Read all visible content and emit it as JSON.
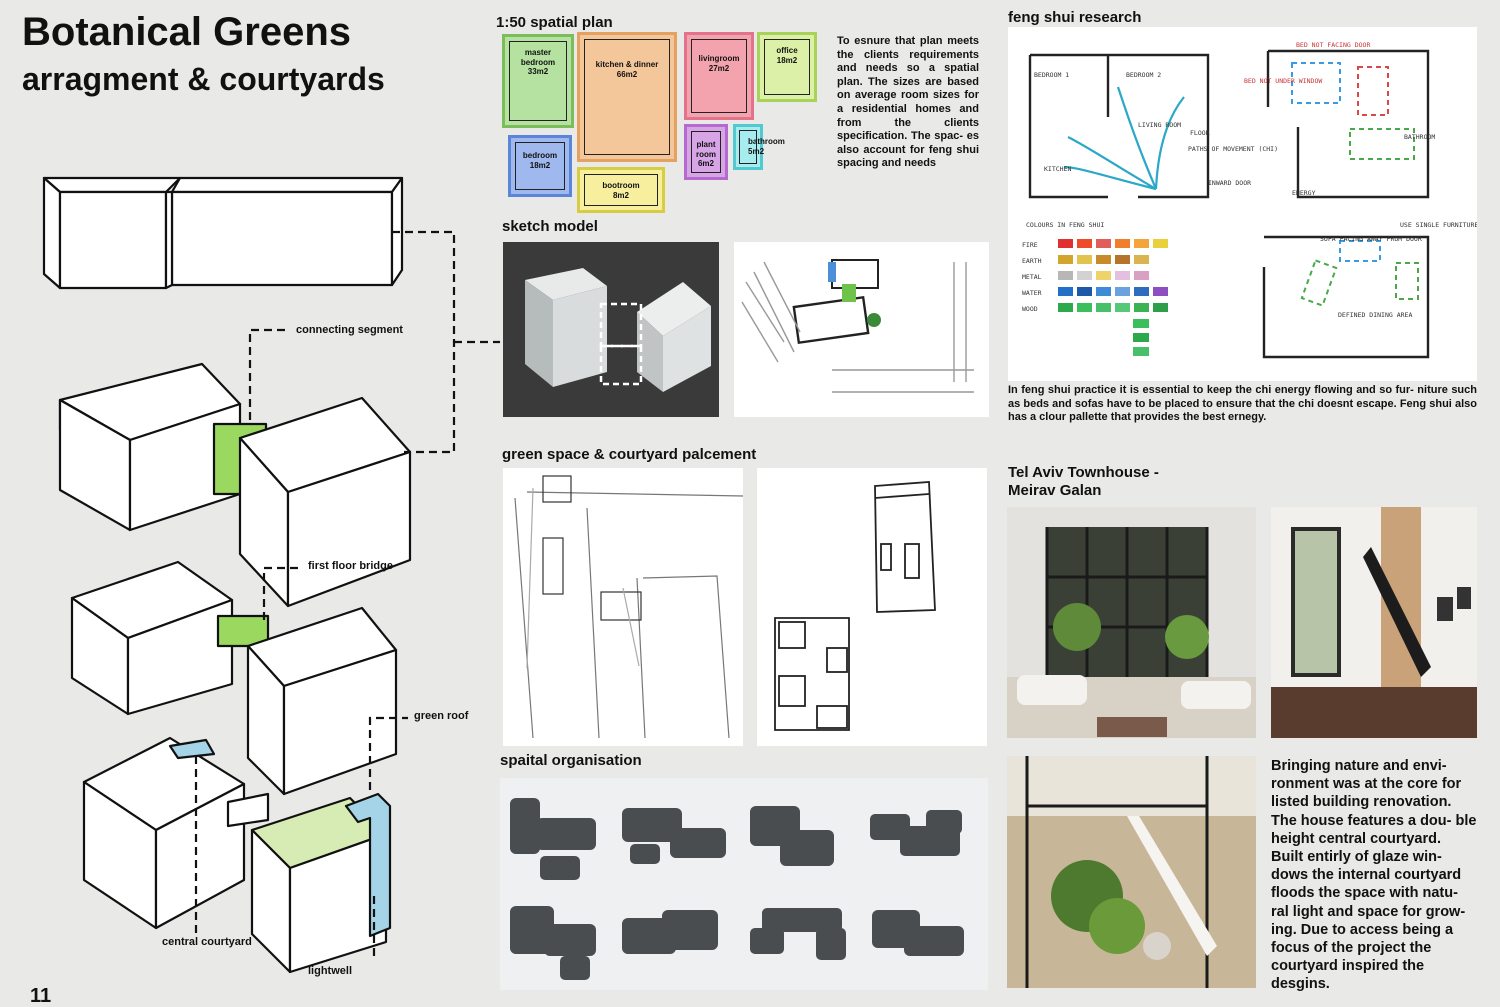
{
  "header": {
    "title": "Botanical Greens",
    "subtitle": "arragment & courtyards"
  },
  "page_number": "11",
  "diagram_labels": {
    "connecting": "connecting segment",
    "bridge": "first floor bridge",
    "green_roof": "green roof",
    "courtyard": "central courtyard",
    "lightwell": "lightwell"
  },
  "spatial_plan": {
    "title": "1:50 spatial plan",
    "rooms": [
      {
        "name": "master bedroom",
        "area": "33m2",
        "color": "#b5e2a0"
      },
      {
        "name": "kitchen & dinner",
        "area": "66m2",
        "color": "#f4c79b"
      },
      {
        "name": "livingroom",
        "area": "27m2",
        "color": "#f2a3ad"
      },
      {
        "name": "office",
        "area": "18m2",
        "color": "#dcf0a8"
      },
      {
        "name": "bedroom",
        "area": "18m2",
        "color": "#9fb8ee"
      },
      {
        "name": "bootroom",
        "area": "8m2",
        "color": "#f7ef9e"
      },
      {
        "name": "plant room",
        "area": "6m2",
        "color": "#d7a5e6"
      },
      {
        "name": "bathroom",
        "area": "5m2",
        "color": "#a7ecee"
      }
    ],
    "text": "To esnure that plan meets the clients requirements and needs so a spatial plan. The sizes are based on average room sizes for a residential homes and from the clients specification. The spac- es also account for feng shui spacing and needs"
  },
  "sections": {
    "sketch_model": "sketch model",
    "green_space": "green space & courtyard palcement",
    "spatial_org": "spaital organisation",
    "feng_shui": "feng shui research",
    "case_study": "Tel Aviv Townhouse - Meirav Galan"
  },
  "feng_shui": {
    "text": "In feng shui practice it is essential to keep the chi energy flowing and so fur- niture such as beds and sofas have to be placed to ensure that the chi doesnt escape. Feng shui also has a clour pallette that provides the best ernegy.",
    "sketch_notes": {
      "bedroom1": "BEDROOM 1",
      "bedroom2": "BEDROOM 2",
      "kitchen": "KITCHEN",
      "floor": "FLOOR",
      "paths": "PATHS OF MOVEMENT (CHI)",
      "inward": "INWARD DOOR",
      "living": "LIVING ROOM",
      "energy": "ENERGY",
      "colours": "COLOURS IN FENG SHUI",
      "fire": "FIRE",
      "earth": "EARTH",
      "metal": "METAL",
      "water": "WATER",
      "wood": "WOOD",
      "sofa": "SOFA FACING AWAY FROM DOOR",
      "defined": "DEFINED DINING AREA",
      "single": "USE SINGLE FURNITURE",
      "bed_not": "BED NOT FACING DOOR",
      "bed_window": "BED NOT UNDER WINDOW",
      "bathroom": "BATHROOM"
    },
    "palette": [
      {
        "element": "fire",
        "colors": [
          "#e03030",
          "#ee4b2b",
          "#e25c5c",
          "#f07e2a",
          "#f3a43a",
          "#e8d13c"
        ]
      },
      {
        "element": "earth",
        "colors": [
          "#d4a52c",
          "#e2c34e",
          "#c98a2a",
          "#b5742c",
          "#d9b450"
        ]
      },
      {
        "element": "metal",
        "colors": [
          "#b7b7b7",
          "#d2d2d2",
          "#f0d26a",
          "#e3c0e0",
          "#d9a0c4"
        ]
      },
      {
        "element": "water",
        "colors": [
          "#2070c8",
          "#1c59a8",
          "#3d8bd8",
          "#6aa2e0",
          "#2c6dc0",
          "#8c4ec0"
        ]
      },
      {
        "element": "wood",
        "colors": [
          "#2da84a",
          "#3bbe5c",
          "#48c06a",
          "#56c878",
          "#3bb352",
          "#2e9e48"
        ]
      }
    ]
  },
  "case_study_text": "Bringing nature and envi- ronment was at the core for listed building renovation. The house features a dou- ble height central courtyard. Built entirly of glaze win- dows the internal courtyard floods the space with natu- ral light and space for grow- ing. Due to access being a focus of the project the courtyard inspired the desgins.",
  "colors": {
    "green": "#9bd860",
    "blue": "#a5d4e8",
    "roof": "#d6ecb4",
    "paper": "#e9e9e8"
  }
}
